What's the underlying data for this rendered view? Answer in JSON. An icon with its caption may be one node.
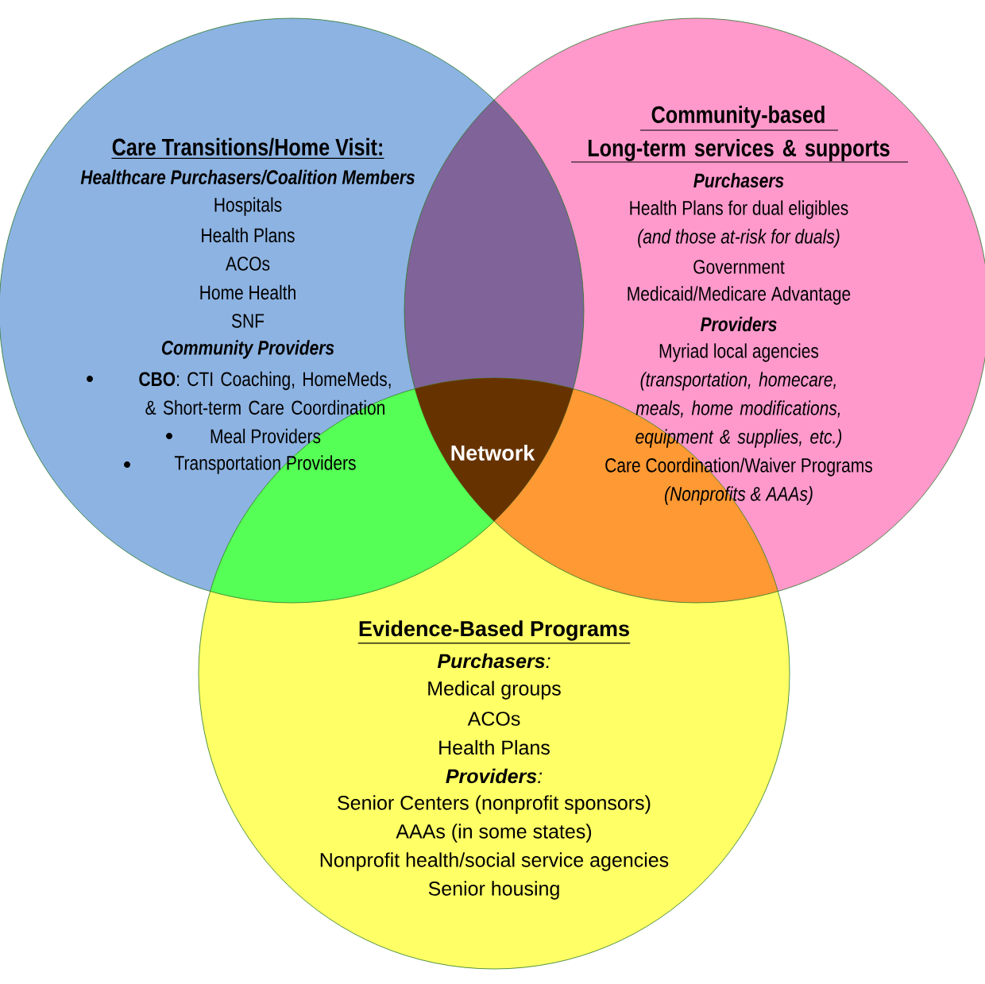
{
  "diagram": {
    "nodes": [
      {
        "text": [
          "Care Transitions/Home Visit:",
          "Healthcare Purchasers/Coalition Members",
          "Hospitals",
          "Health Plans",
          "ACOs",
          "Home Health",
          "SNF",
          "Community Providers",
          "**CBO**: CTI Coaching, HomeMeds, & Short-term Care Coordination",
          "Meal Providers",
          "Transportation Providers"
        ]
      },
      {
        "text": [
          "Community-based Long-term services & supports",
          "Purchasers",
          "Health Plans for dual eligibles",
          "(and those at-risk for duals)",
          "Government",
          "Medicaid/Medicare Advantage",
          "Providers",
          "Myriad local agencies",
          "(transportation, homecare, meals, home modifications, equipment & supplies, etc.)",
          "Care Coordination/Waiver Programs",
          "(Nonprofits & AAAs)"
        ]
      },
      {
        "text": [
          "Evidence-Based Programs",
          "**Purchasers**:",
          "Medical groups",
          "ACOs",
          "Health Plans",
          "**Providers**:",
          "Senior Centers (nonprofit sponsors)",
          "AAAs (in some states)",
          "Nonprofit health/social service agencies",
          "Senior housing"
        ]
      },
      {
        "text": [
          "Network"
        ]
      }
    ]
  }
}
